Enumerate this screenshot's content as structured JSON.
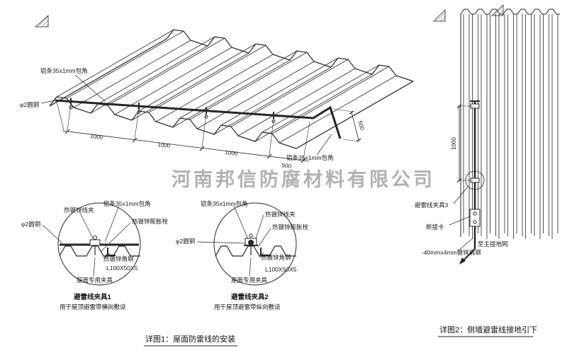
{
  "watermark": "河南邦信防腐材料有限公司",
  "colors": {
    "line": "#262626",
    "red_label": "#b03030",
    "watermark": "#9e9e9e"
  },
  "main_view": {
    "label_strip_top": "铝条35x1mm包角",
    "label_strip_right": "铝条35x1mm包角",
    "label_rod": "φ2圆钢",
    "dim_1": "1000",
    "dim_2": "1000",
    "dim_3": "1000",
    "dim_4": "500",
    "dim_right": "500"
  },
  "detail1": {
    "label_clip": "热镀锌线夹",
    "label_strip": "铝条35x1mm包角",
    "label_bolt": "热镀锌膨胀栓",
    "label_rod": "φ2圆钢",
    "label_angle": "热镀锌角钢",
    "label_angle_spec": "L100X50X5",
    "label_fixture": "屋面专用夹具",
    "title": "避雷线夹具1",
    "subtitle": "用于屋顶避雷带横向敷设"
  },
  "detail2": {
    "label_strip": "铝条35x1mm包角",
    "label_clip": "热镀锌线夹",
    "label_bolt": "热镀锌膨胀栓",
    "label_rod": "φ2圆钢",
    "label_angle": "热镀锌角钢",
    "label_angle_spec": "L100X50X5",
    "label_fixture": "屋面专用夹具",
    "title": "避雷线夹具2",
    "subtitle": "用于屋顶避雷带纵向敷设"
  },
  "wall_view": {
    "dim_vertical": "1000",
    "label_clamp": "避雷线夹具3",
    "label_breaker": "断接卡",
    "label_to_ground": "至主接地网",
    "label_flat_steel": "-40mmx4mm镀锌扁钢"
  },
  "captions": {
    "fig1": "详图1：屋面防雷线的安装",
    "fig2": "详图2：侧墙避雷线接地引下"
  }
}
